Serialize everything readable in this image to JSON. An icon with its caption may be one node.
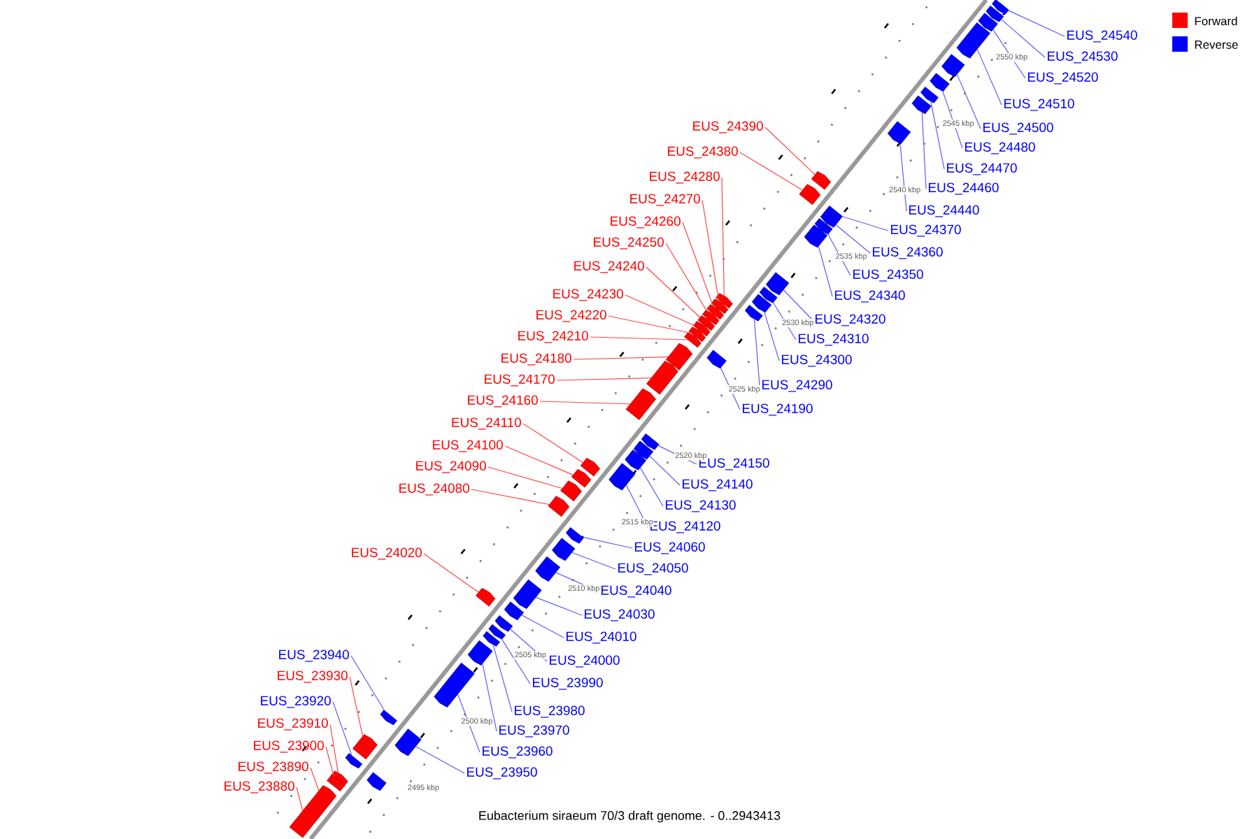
{
  "diagram": {
    "caption": "Eubacterium siraeum 70/3 draft genome. - 0..2943413",
    "nodes": [
      {
        "text": [
          "EUS_24540"
        ]
      },
      {
        "text": [
          "EUS_24530"
        ]
      },
      {
        "text": [
          "EUS_24520"
        ]
      },
      {
        "text": [
          "EUS_24510"
        ]
      },
      {
        "text": [
          "EUS_24390"
        ]
      },
      {
        "text": [
          "EUS_24500"
        ]
      },
      {
        "text": [
          "EUS_24480"
        ]
      },
      {
        "text": [
          "EUS_24380"
        ]
      },
      {
        "text": [
          "EUS_24470"
        ]
      },
      {
        "text": [
          "EUS_24280"
        ]
      },
      {
        "text": [
          "EUS_24460"
        ]
      },
      {
        "text": [
          "EUS_24270"
        ]
      },
      {
        "text": [
          "EUS_24440"
        ]
      },
      {
        "text": [
          "EUS_24260"
        ]
      },
      {
        "text": [
          "EUS_24370"
        ]
      },
      {
        "text": [
          "EUS_24250"
        ]
      },
      {
        "text": [
          "EUS_24360"
        ]
      },
      {
        "text": [
          "EUS_24240"
        ]
      },
      {
        "text": [
          "EUS_24350"
        ]
      },
      {
        "text": [
          "EUS_24230"
        ]
      },
      {
        "text": [
          "EUS_24340"
        ]
      },
      {
        "text": [
          "EUS_24220"
        ]
      },
      {
        "text": [
          "EUS_24320"
        ]
      },
      {
        "text": [
          "EUS_24210"
        ]
      },
      {
        "text": [
          "EUS_24310"
        ]
      },
      {
        "text": [
          "EUS_24180"
        ]
      },
      {
        "text": [
          "EUS_24300"
        ]
      },
      {
        "text": [
          "EUS_24170"
        ]
      },
      {
        "text": [
          "EUS_24290"
        ]
      },
      {
        "text": [
          "EUS_24160"
        ]
      },
      {
        "text": [
          "EUS_24190"
        ]
      },
      {
        "text": [
          "EUS_24110"
        ]
      },
      {
        "text": [
          "EUS_24100"
        ]
      },
      {
        "text": [
          "EUS_24150"
        ]
      },
      {
        "text": [
          "EUS_24090"
        ]
      },
      {
        "text": [
          "EUS_24140"
        ]
      },
      {
        "text": [
          "EUS_24080"
        ]
      },
      {
        "text": [
          "EUS_24130"
        ]
      },
      {
        "text": [
          "EUS_24120"
        ]
      },
      {
        "text": [
          "EUS_24060"
        ]
      },
      {
        "text": [
          "EUS_24020"
        ]
      },
      {
        "text": [
          "EUS_24050"
        ]
      },
      {
        "text": [
          "EUS_24040"
        ]
      },
      {
        "text": [
          "EUS_24030"
        ]
      },
      {
        "text": [
          "EUS_24010"
        ]
      },
      {
        "text": [
          "EUS_23940"
        ]
      },
      {
        "text": [
          "EUS_24000"
        ]
      },
      {
        "text": [
          "EUS_23930"
        ]
      },
      {
        "text": [
          "EUS_23990"
        ]
      },
      {
        "text": [
          "EUS_23920"
        ]
      },
      {
        "text": [
          "EUS_23980"
        ]
      },
      {
        "text": [
          "EUS_23910"
        ]
      },
      {
        "text": [
          "EUS_23970"
        ]
      },
      {
        "text": [
          "EUS_23900"
        ]
      },
      {
        "text": [
          "EUS_23960"
        ]
      },
      {
        "text": [
          "EUS_23890"
        ]
      },
      {
        "text": [
          "EUS_23950"
        ]
      },
      {
        "text": [
          "EUS_23880"
        ]
      },
      {
        "text": [],
        "shape": "box"
      },
      {
        "text": [],
        "shape": "box"
      },
      {
        "text": [],
        "shape": "box"
      },
      {
        "text": [],
        "shape": "box"
      },
      {
        "text": [],
        "shape": "box"
      },
      {
        "text": [],
        "shape": "box"
      },
      {
        "text": [],
        "shape": "box"
      },
      {
        "text": [],
        "shape": "box"
      },
      {
        "text": [],
        "shape": "box"
      },
      {
        "text": [],
        "shape": "box"
      },
      {
        "text": [],
        "shape": "box"
      },
      {
        "text": [],
        "shape": "box"
      },
      {
        "text": [],
        "shape": "box"
      },
      {
        "text": [],
        "shape": "box"
      },
      {
        "text": [],
        "shape": "box"
      },
      {
        "text": [],
        "shape": "box"
      },
      {
        "text": [],
        "shape": "box"
      },
      {
        "text": [],
        "shape": "box"
      },
      {
        "text": [],
        "shape": "box"
      },
      {
        "text": [],
        "shape": "box"
      },
      {
        "text": [],
        "shape": "box"
      },
      {
        "text": [],
        "shape": "box"
      },
      {
        "text": [],
        "shape": "box"
      },
      {
        "text": [],
        "shape": "box"
      },
      {
        "text": [],
        "shape": "box"
      },
      {
        "text": [],
        "shape": "box"
      },
      {
        "text": [],
        "shape": "box"
      },
      {
        "text": [],
        "shape": "box"
      },
      {
        "text": [],
        "shape": "box"
      },
      {
        "text": [],
        "shape": "box"
      },
      {
        "text": [],
        "shape": "box"
      },
      {
        "text": [],
        "shape": "box"
      },
      {
        "text": [],
        "shape": "box"
      },
      {
        "text": [],
        "shape": "box"
      },
      {
        "text": [],
        "shape": "box"
      },
      {
        "text": [],
        "shape": "box"
      },
      {
        "text": [],
        "shape": "box"
      },
      {
        "text": [],
        "shape": "box"
      },
      {
        "text": [],
        "shape": "box"
      },
      {
        "text": [],
        "shape": "box"
      },
      {
        "text": [],
        "shape": "box"
      },
      {
        "text": [],
        "shape": "box"
      },
      {
        "text": [],
        "shape": "box"
      },
      {
        "text": [],
        "shape": "box"
      },
      {
        "text": [],
        "shape": "box"
      },
      {
        "text": [],
        "shape": "box"
      },
      {
        "text": [],
        "shape": "box"
      },
      {
        "text": [],
        "shape": "box"
      },
      {
        "text": [],
        "shape": "box"
      },
      {
        "text": [],
        "shape": "box"
      },
      {
        "text": [],
        "shape": "box"
      },
      {
        "text": [],
        "shape": "box"
      },
      {
        "text": [],
        "shape": "box"
      },
      {
        "text": [],
        "shape": "box"
      },
      {
        "text": [],
        "shape": "box"
      },
      {
        "text": [],
        "shape": "box"
      },
      {
        "text": [],
        "shape": "box"
      },
      {
        "text": [],
        "shape": "box"
      },
      {
        "text": [],
        "shape": "box"
      }
    ],
    "edges": [
      {
        "from": 0,
        "to": 58,
        "arrow": "none"
      },
      {
        "from": 1,
        "to": 59,
        "arrow": "none"
      },
      {
        "from": 2,
        "to": 60,
        "arrow": "none"
      },
      {
        "from": 3,
        "to": 61,
        "arrow": "none"
      },
      {
        "from": 4,
        "to": 62,
        "arrow": "none",
        "color": "#ff4444"
      },
      {
        "from": 5,
        "to": 63,
        "arrow": "none"
      },
      {
        "from": 6,
        "to": 64,
        "arrow": "none"
      },
      {
        "from": 7,
        "to": 65,
        "arrow": "none",
        "color": "#ff4444"
      },
      {
        "from": 8,
        "to": 66,
        "arrow": "none"
      },
      {
        "from": 9,
        "to": 67,
        "arrow": "none",
        "color": "#ff4444"
      },
      {
        "from": 10,
        "to": 68,
        "arrow": "none"
      },
      {
        "from": 11,
        "to": 69,
        "arrow": "none",
        "color": "#ff4444"
      },
      {
        "from": 12,
        "to": 70,
        "arrow": "none"
      },
      {
        "from": 13,
        "to": 71,
        "arrow": "none",
        "color": "#ff4444"
      },
      {
        "from": 14,
        "to": 72,
        "arrow": "none"
      },
      {
        "from": 15,
        "to": 73,
        "arrow": "none",
        "color": "#ff4444"
      },
      {
        "from": 16,
        "to": 74,
        "arrow": "none"
      },
      {
        "from": 17,
        "to": 75,
        "arrow": "none",
        "color": "#ff4444"
      },
      {
        "from": 18,
        "to": 76,
        "arrow": "none"
      },
      {
        "from": 19,
        "to": 77,
        "arrow": "none",
        "color": "#ff4444"
      },
      {
        "from": 20,
        "to": 78,
        "arrow": "none"
      },
      {
        "from": 21,
        "to": 79,
        "arrow": "none",
        "color": "#ff4444"
      },
      {
        "from": 22,
        "to": 80,
        "arrow": "none"
      },
      {
        "from": 23,
        "to": 81,
        "arrow": "none",
        "color": "#ff4444"
      },
      {
        "from": 24,
        "to": 82,
        "arrow": "none"
      },
      {
        "from": 25,
        "to": 83,
        "arrow": "none",
        "color": "#ff4444"
      },
      {
        "from": 26,
        "to": 84,
        "arrow": "none"
      },
      {
        "from": 27,
        "to": 85,
        "arrow": "none",
        "color": "#ff4444"
      },
      {
        "from": 28,
        "to": 86,
        "arrow": "none"
      },
      {
        "from": 29,
        "to": 87,
        "arrow": "none",
        "color": "#ff4444"
      },
      {
        "from": 30,
        "to": 88,
        "arrow": "none"
      },
      {
        "from": 31,
        "to": 89,
        "arrow": "none",
        "color": "#ff4444"
      },
      {
        "from": 32,
        "to": 90,
        "arrow": "none",
        "color": "#ff4444"
      },
      {
        "from": 33,
        "to": 91,
        "arrow": "none"
      },
      {
        "from": 34,
        "to": 92,
        "arrow": "none",
        "color": "#ff4444"
      },
      {
        "from": 35,
        "to": 93,
        "arrow": "none"
      },
      {
        "from": 36,
        "to": 94,
        "arrow": "none",
        "color": "#ff4444"
      },
      {
        "from": 37,
        "to": 95,
        "arrow": "none"
      },
      {
        "from": 38,
        "to": 96,
        "arrow": "none"
      },
      {
        "from": 39,
        "to": 97,
        "arrow": "none"
      },
      {
        "from": 40,
        "to": 98,
        "arrow": "none",
        "color": "#ff4444"
      },
      {
        "from": 41,
        "to": 99,
        "arrow": "none"
      },
      {
        "from": 42,
        "to": 100,
        "arrow": "none"
      },
      {
        "from": 43,
        "to": 101,
        "arrow": "none"
      },
      {
        "from": 44,
        "to": 102,
        "arrow": "none"
      },
      {
        "from": 45,
        "to": 103,
        "arrow": "none"
      },
      {
        "from": 46,
        "to": 104,
        "arrow": "none"
      },
      {
        "from": 47,
        "to": 105,
        "arrow": "none",
        "color": "#ff4444"
      },
      {
        "from": 48,
        "to": 106,
        "arrow": "none"
      },
      {
        "from": 49,
        "to": 107,
        "arrow": "none"
      },
      {
        "from": 50,
        "to": 108,
        "arrow": "none"
      },
      {
        "from": 51,
        "to": 109,
        "arrow": "none",
        "color": "#ff4444"
      },
      {
        "from": 52,
        "to": 110,
        "arrow": "none"
      },
      {
        "from": 53,
        "to": 111,
        "arrow": "none",
        "color": "#ff4444"
      },
      {
        "from": 54,
        "to": 112,
        "arrow": "none"
      },
      {
        "from": 55,
        "to": 113,
        "arrow": "none",
        "color": "#ff4444"
      },
      {
        "from": 56,
        "to": 114,
        "arrow": "none"
      },
      {
        "from": 57,
        "to": 115,
        "arrow": "none",
        "color": "#ff4444"
      }
    ],
    "labels": [
      "2550 kbp",
      "2545 kbp",
      "2540 kbp",
      "2535 kbp",
      "2530 kbp",
      "2525 kbp",
      "2520 kbp",
      "2515 kbp",
      "2510 kbp",
      "2505 kbp",
      "2500 kbp",
      "2495 kbp"
    ],
    "legend": [
      {
        "text": "Forward",
        "color": "#ff0000"
      },
      {
        "text": "Reverse",
        "color": "#0000ff"
      }
    ]
  }
}
